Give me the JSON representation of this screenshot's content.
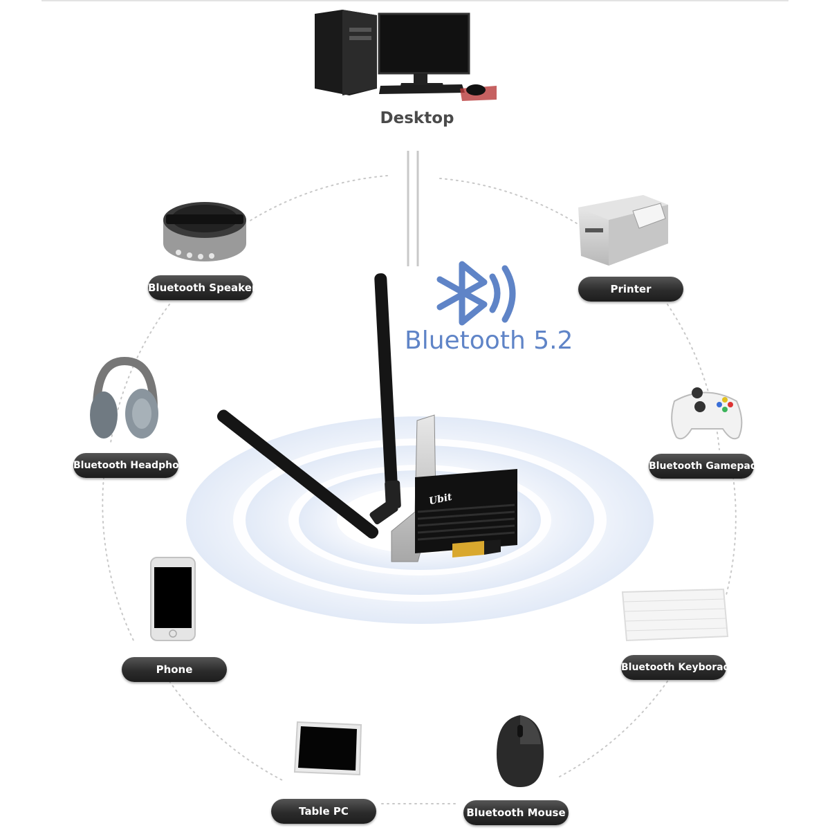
{
  "center": {
    "brand": "Ubit",
    "standard": "Bluetooth 5.2"
  },
  "top_device": {
    "label": "Desktop",
    "icon": "desktop-computer-icon"
  },
  "devices": [
    {
      "id": "speaker",
      "label": "Bluetooth Speaker",
      "icon": "speaker-icon"
    },
    {
      "id": "printer",
      "label": "Printer",
      "icon": "printer-icon"
    },
    {
      "id": "headphone",
      "label": "Bluetooth Headphone",
      "icon": "headphone-icon"
    },
    {
      "id": "gamepad",
      "label": "Bluetooth Gamepad",
      "icon": "gamepad-icon"
    },
    {
      "id": "phone",
      "label": "Phone",
      "icon": "phone-icon"
    },
    {
      "id": "keyboard",
      "label": "Bluetooth Keyborad",
      "icon": "keyboard-icon"
    },
    {
      "id": "tablet",
      "label": "Table PC",
      "icon": "tablet-icon"
    },
    {
      "id": "mouse",
      "label": "Bluetooth Mouse",
      "icon": "mouse-icon"
    }
  ],
  "colors": {
    "bluetooth_accent": "#5f84c7",
    "label_pill": "#2c2c2c",
    "ring": "#c8c8c8",
    "wave": "#e6edf8"
  }
}
